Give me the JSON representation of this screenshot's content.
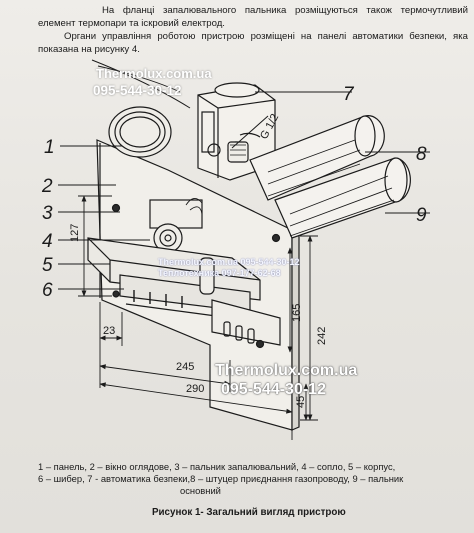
{
  "intro": {
    "line1": "На фланці запалювального пальника розміщуються також термочутливий елемент термопари та іскровий електрод.",
    "line2": "Органи управління роботою пристрою розміщені на панелі автоматики безпеки, яка показана на рисунку 4."
  },
  "watermark": {
    "site_top": "Thermolux.com.ua",
    "phone_top": "095-544-30-12",
    "mid_line1": "Thermolux.com.ua 095-544-30-12",
    "mid_line2": "Теплотехника 097-177-62-68",
    "site_bottom": "Thermolux.com.ua",
    "phone_bottom": "095-544-30-12"
  },
  "figure": {
    "callouts": [
      "1",
      "2",
      "3",
      "4",
      "5",
      "6",
      "7",
      "8",
      "9"
    ],
    "thread_label": "G 1/2",
    "dimensions": {
      "d127": "127",
      "d23": "23",
      "d165": "165",
      "d242": "242",
      "d245": "245",
      "d290": "290",
      "d45": "45"
    }
  },
  "caption": {
    "line1": "1 – панель, 2 – вікно оглядове, 3 – пальник запалювальний, 4 – сопло, 5 – корпус,",
    "line2": "6 – шибер, 7 - автоматика безпеки,8 – штуцер приєднання газопроводу, 9 – пальник",
    "line3": "основний"
  },
  "figure_title": "Рисунок 1- Загальний вигляд пристрою"
}
